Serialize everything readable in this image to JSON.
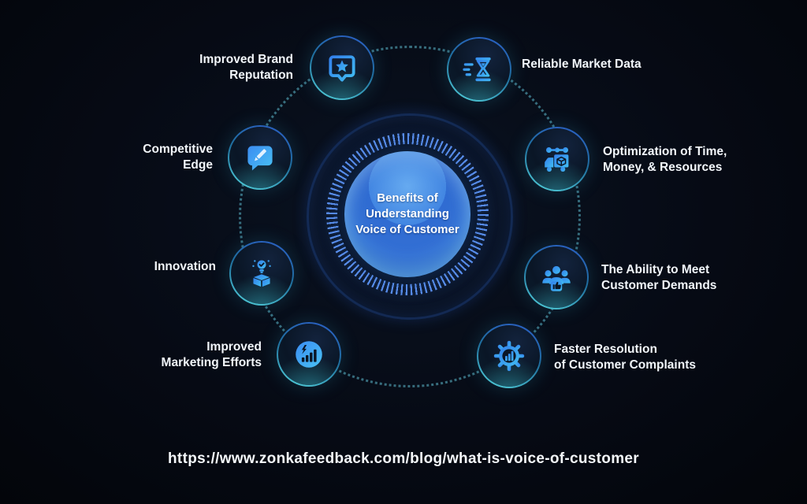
{
  "center": {
    "title_lines": [
      "Benefits of",
      "Understanding",
      "Voice of Customer"
    ]
  },
  "benefits": [
    {
      "label": "Improved Brand\nReputation",
      "icon": "star-badge-icon"
    },
    {
      "label": "Reliable Market Data",
      "icon": "speed-hourglass-icon"
    },
    {
      "label": "Competitive\nEdge",
      "icon": "pencil-bubble-icon"
    },
    {
      "label": "Optimization of Time,\nMoney, & Resources",
      "icon": "logistics-truck-icon"
    },
    {
      "label": "Innovation",
      "icon": "idea-box-icon"
    },
    {
      "label": "The Ability to Meet\nCustomer Demands",
      "icon": "customers-thumbs-up-icon"
    },
    {
      "label": "Improved\nMarketing Efforts",
      "icon": "growth-chart-icon"
    },
    {
      "label": "Faster Resolution\nof Customer Complaints",
      "icon": "gear-chart-icon"
    }
  ],
  "footer": {
    "url": "https://www.zonkafeedback.com/blog/what-is-voice-of-customer"
  },
  "colors": {
    "background": "#05080f",
    "sphere_blue": "#3a7cdc",
    "icon_blue": "#3380ec",
    "icon_cyan": "#41bdf2",
    "ring_teal": "#55d6de",
    "tick_blue": "#5c92f2",
    "text": "#f2f6fa"
  }
}
